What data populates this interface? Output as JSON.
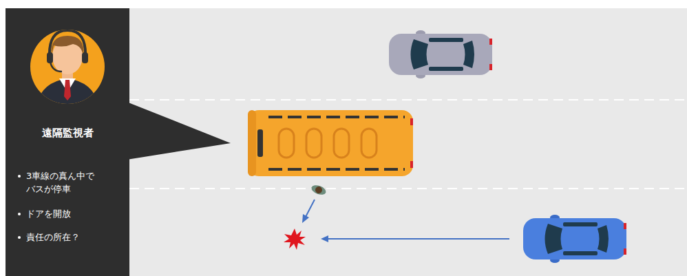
{
  "diagram": {
    "nodes": [
      {
        "text": [
          "遠隔監視者",
          "3車線の真ん中で バスが停車",
          "ドアを開放",
          "責任の所在？"
        ]
      }
    ]
  }
}
